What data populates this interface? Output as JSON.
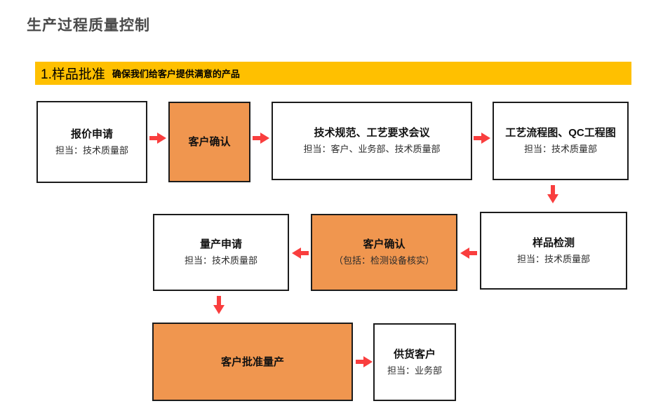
{
  "page_title": "生产过程质量控制",
  "banner": {
    "number_label": "1.样品批准",
    "subtitle": "确保我们给客户提供满意的产品"
  },
  "colors": {
    "banner_yellow": "#FFC000",
    "orange": "#F0964F",
    "arrow_red": "#F93E3E",
    "border_black": "#1c1c1c",
    "title_gray": "#4a4a4a"
  },
  "flow": {
    "boxes": [
      {
        "id": "quote-request",
        "title": "报价申请",
        "subtitle": "担当：技术质量部",
        "variant": "white"
      },
      {
        "id": "customer-confirm-1",
        "title": "客户确认",
        "subtitle": "",
        "variant": "orange"
      },
      {
        "id": "spec-meeting",
        "title": "技术规范、工艺要求会议",
        "subtitle": "担当：客户、业务部、技术质量部",
        "variant": "white"
      },
      {
        "id": "process-flow-qc-chart",
        "title": "工艺流程图、QC工程图",
        "subtitle": "担当：技术质量部",
        "variant": "white"
      },
      {
        "id": "sample-test",
        "title": "样品检测",
        "subtitle": "担当：技术质量部",
        "variant": "white"
      },
      {
        "id": "customer-confirm-2",
        "title": "客户确认",
        "subtitle": "（包括：检测设备核实）",
        "variant": "orange"
      },
      {
        "id": "mass-production-request",
        "title": "量产申请",
        "subtitle": "担当：技术质量部",
        "variant": "white"
      },
      {
        "id": "customer-approve-mass-production",
        "title": "客户批准量产",
        "subtitle": "",
        "variant": "orange"
      },
      {
        "id": "supply-customer",
        "title": "供货客户",
        "subtitle": "担当：业务部",
        "variant": "white"
      }
    ],
    "arrows": [
      {
        "id": "arrow-1",
        "direction": "right",
        "from": "quote-request",
        "to": "customer-confirm-1"
      },
      {
        "id": "arrow-2",
        "direction": "right",
        "from": "customer-confirm-1",
        "to": "spec-meeting"
      },
      {
        "id": "arrow-3",
        "direction": "right",
        "from": "spec-meeting",
        "to": "process-flow-qc-chart"
      },
      {
        "id": "arrow-4",
        "direction": "down",
        "from": "process-flow-qc-chart",
        "to": "sample-test"
      },
      {
        "id": "arrow-5",
        "direction": "left",
        "from": "sample-test",
        "to": "customer-confirm-2"
      },
      {
        "id": "arrow-6",
        "direction": "left",
        "from": "customer-confirm-2",
        "to": "mass-production-request"
      },
      {
        "id": "arrow-7",
        "direction": "down",
        "from": "mass-production-request",
        "to": "customer-approve-mass-production"
      },
      {
        "id": "arrow-8",
        "direction": "right",
        "from": "customer-approve-mass-production",
        "to": "supply-customer"
      }
    ]
  }
}
